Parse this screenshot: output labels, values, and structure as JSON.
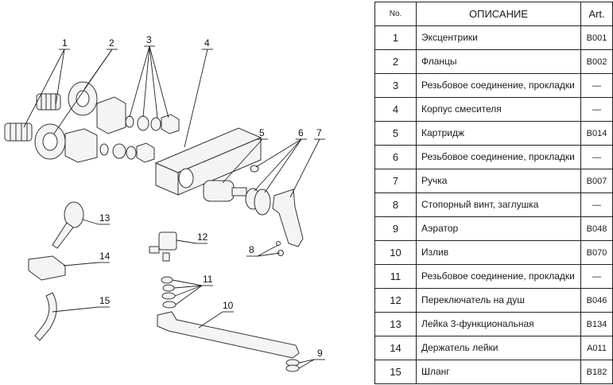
{
  "diagram": {
    "callouts": [
      "1",
      "2",
      "3",
      "4",
      "5",
      "6",
      "7",
      "8",
      "9",
      "10",
      "11",
      "12",
      "13",
      "14",
      "15"
    ]
  },
  "table": {
    "headers": {
      "no": "No.",
      "description": "ОПИСАНИЕ",
      "art": "Art."
    },
    "rows": [
      {
        "no": "1",
        "description": "Эксцентрики",
        "art": "B001"
      },
      {
        "no": "2",
        "description": "Фланцы",
        "art": "B002"
      },
      {
        "no": "3",
        "description": "Резьбовое соединение, прокладки",
        "art": "—"
      },
      {
        "no": "4",
        "description": "Корпус смесителя",
        "art": "—"
      },
      {
        "no": "5",
        "description": "Картридж",
        "art": "B014"
      },
      {
        "no": "6",
        "description": "Резьбовое соединение, прокладки",
        "art": "—"
      },
      {
        "no": "7",
        "description": "Ручка",
        "art": "B007"
      },
      {
        "no": "8",
        "description": "Стопорный винт, заглушка",
        "art": "—"
      },
      {
        "no": "9",
        "description": "Аэратор",
        "art": "B048"
      },
      {
        "no": "10",
        "description": "Излив",
        "art": "B070"
      },
      {
        "no": "11",
        "description": "Резьбовое соединение, прокладки",
        "art": "—"
      },
      {
        "no": "12",
        "description": "Переключатель на душ",
        "art": "B046"
      },
      {
        "no": "13",
        "description": "Лейка 3-функциональная",
        "art": "B134"
      },
      {
        "no": "14",
        "description": "Держатель лейки",
        "art": "A011"
      },
      {
        "no": "15",
        "description": "Шланг",
        "art": "B182"
      }
    ]
  }
}
